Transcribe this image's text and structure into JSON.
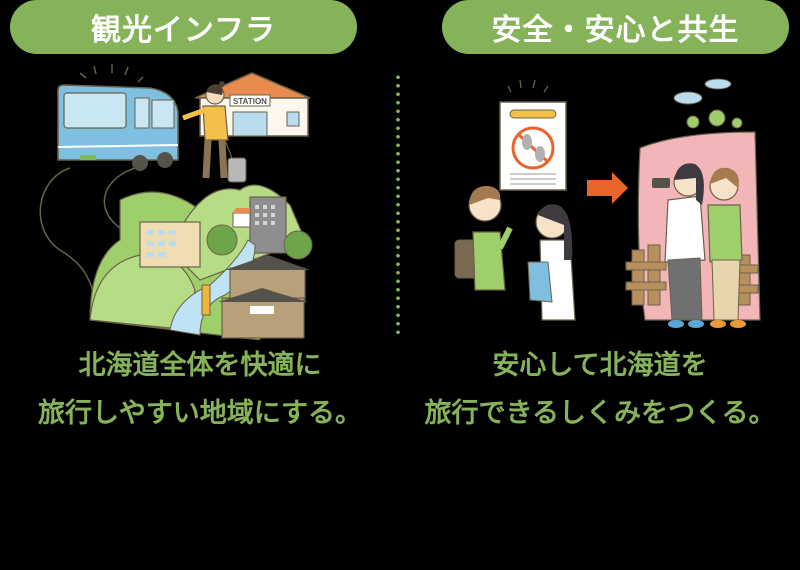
{
  "panels": [
    {
      "heading": "観光インフラ",
      "caption_line1": "北海道全体を快適に",
      "caption_line2": "旅行しやすい地域にする。",
      "illustration": {
        "description": "bus, traveler pointing at station building, winding road to hills with hotels and traditional inn by river",
        "station_sign": "STATION"
      }
    },
    {
      "heading": "安全・安心と共生",
      "caption_line1": "安心して北海道を",
      "caption_line2": "旅行できるしくみをつくる。",
      "illustration": {
        "description": "two travelers reading a no-trespassing notice, arrow to two travelers taking a selfie behind fence by pink hill"
      }
    }
  ],
  "colors": {
    "accent_green": "#86B35A",
    "background": "#000000",
    "arrow_orange": "#E8642A"
  }
}
